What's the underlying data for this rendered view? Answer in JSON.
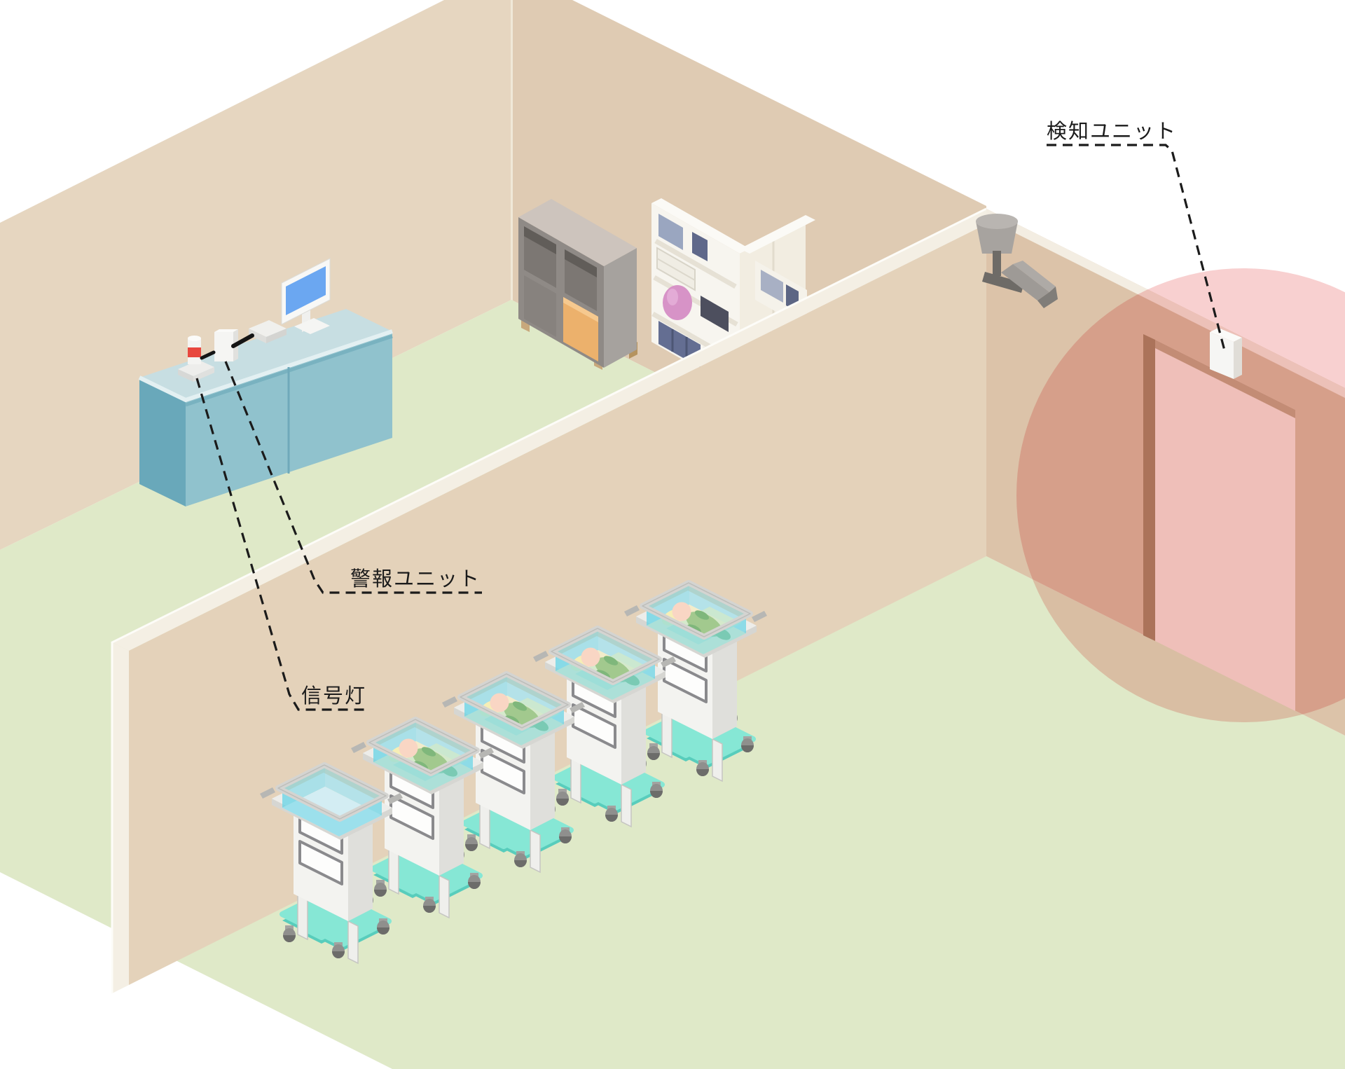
{
  "diagram": {
    "type": "isometric-room-cutaway",
    "scene": "newborn-nursery-security-system",
    "labels": {
      "detection_unit": "検知ユニット",
      "alarm_unit": "警報ユニット",
      "signal_light": "信号灯"
    },
    "components": [
      "office-back-wall",
      "office-side-wall",
      "office-floor",
      "reception-desk",
      "desktop-monitor",
      "signal-light-beacon",
      "alarm-unit-box",
      "interface-box",
      "connection-cable",
      "cube-shelf-cabinet",
      "white-bookshelf",
      "side-cabinet",
      "partition-wall",
      "nursery-floor",
      "door-wall",
      "door",
      "security-camera",
      "detection-unit-box",
      "detection-zone-circle",
      "bassinet-cart-1-empty",
      "bassinet-cart-2",
      "bassinet-cart-3",
      "bassinet-cart-4",
      "bassinet-cart-5",
      "leader-line-detection",
      "leader-line-alarm",
      "leader-line-signal"
    ],
    "counts": {
      "bassinet_carts": 5,
      "babies": 4,
      "empty_bassinets": 1
    },
    "colors": {
      "office_back_wall": "#e6d6c0",
      "office_side_wall": "#dfcbb3",
      "partition_face": "#e4d2ba",
      "partition_top": "#f4efe4",
      "door_wall": "#dcc3a9",
      "door_panel": "#f6eae3",
      "floor_green": "#dfe9c8",
      "desk_teal": "#90c2cd",
      "monitor_screen": "#6ba7f1",
      "signal_light_red": "#e8473e",
      "cart_base_teal": "#86e7d5",
      "tub_cyan": "rgba(102,212,230,0.5)",
      "baby_green": "#a2c98e",
      "detection_zone_pink": "rgba(242,170,170,0.55)",
      "leader_line": "#1b1b1b"
    }
  }
}
